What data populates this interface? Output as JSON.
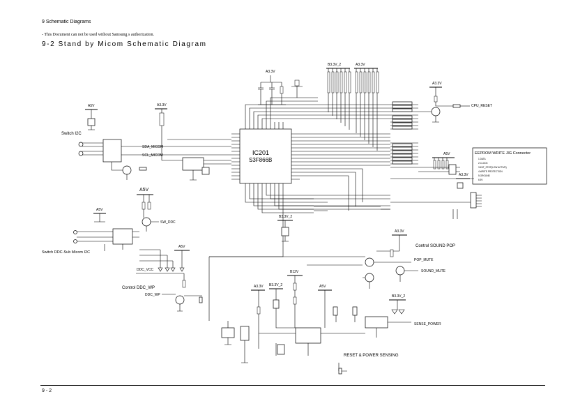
{
  "header": {
    "section": "9 Schematic Diagrams",
    "notice": "- This Document can not be used without Samsung    s authorization.",
    "title": "9-2 Stand by Micom Schematic Diagram"
  },
  "footer": {
    "page": "9 - 2"
  },
  "schematic": {
    "ic_main_name": "IC201",
    "ic_main_part": "S3F866B",
    "rails": {
      "a33v_top": "A3.3V",
      "b33v2_top": "B3.3V_2",
      "a33v_top2": "A3.3V",
      "a33v_right": "A3.3V",
      "a5v_left": "A5V",
      "a33v_left": "A3.3V",
      "a5v_mid": "A5V",
      "a5v_ddc": "A5V",
      "a5v_ctrl": "A5V",
      "a5v_eeprom": "A5V",
      "a33v_eeprom": "A3.3V",
      "b33v2_mid": "B3.3V_2",
      "a33v_pop": "A3.3V",
      "b12v": "B12V",
      "a33v_reset": "A3.3V",
      "b33v2_reset": "B3.3V_2",
      "a5v_reset": "A5V",
      "b33v2_sense": "B3.3V_2"
    },
    "blocks": {
      "switch_i2c": "Switch I2C",
      "switch_ddc": "Switch DDC-Sub Micom I2C",
      "control_ddc_wp": "Control DDC_WP",
      "ddc_vcc": "DDC_VCC",
      "control_sound_pop": "Control SOUND POP",
      "reset_power": "RESET & POWER SENSING"
    },
    "eeprom": {
      "title": "EEPROM WRITE JIG Connector",
      "pins": [
        "1.DATA",
        "2.CLOCK",
        "3.INIT_STOP(LOW ACTIVE)",
        "4.WRITE PROTECTION",
        "5.GROUND",
        "6.5V"
      ]
    },
    "nets": {
      "pop_mute": "POP_MUTE",
      "sound_mute": "SOUND_MUTE",
      "sense_power": "SENSE_POWER",
      "cpu_reset": "CPU_RESET",
      "ddc_wp": "DDC_WP",
      "sw_ddc": "SW_DDC",
      "sda_micom": "SDA_MICOM",
      "scl_micom": "SCL_MICOM"
    }
  }
}
